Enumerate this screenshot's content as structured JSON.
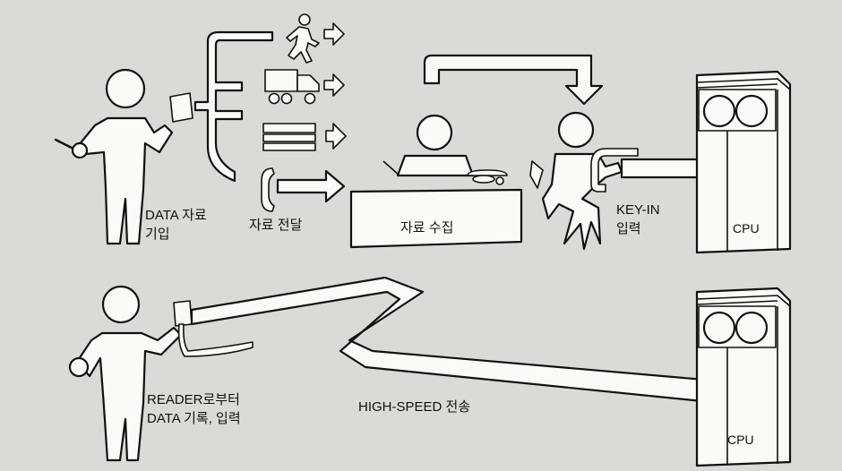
{
  "top": {
    "writer_label_line1": "DATA 자료",
    "writer_label_line2": "기입",
    "transfer_label": "자료 전달",
    "collect_label": "자료 수집",
    "keyin_label_line1": "KEY-IN",
    "keyin_label_line2": "입력",
    "cpu_label": "CPU"
  },
  "bottom": {
    "reader_label_line1": "READER로부터",
    "reader_label_line2": "DATA 기록, 입력",
    "transmission_label": "HIGH-SPEED 전송",
    "cpu_label": "CPU"
  }
}
